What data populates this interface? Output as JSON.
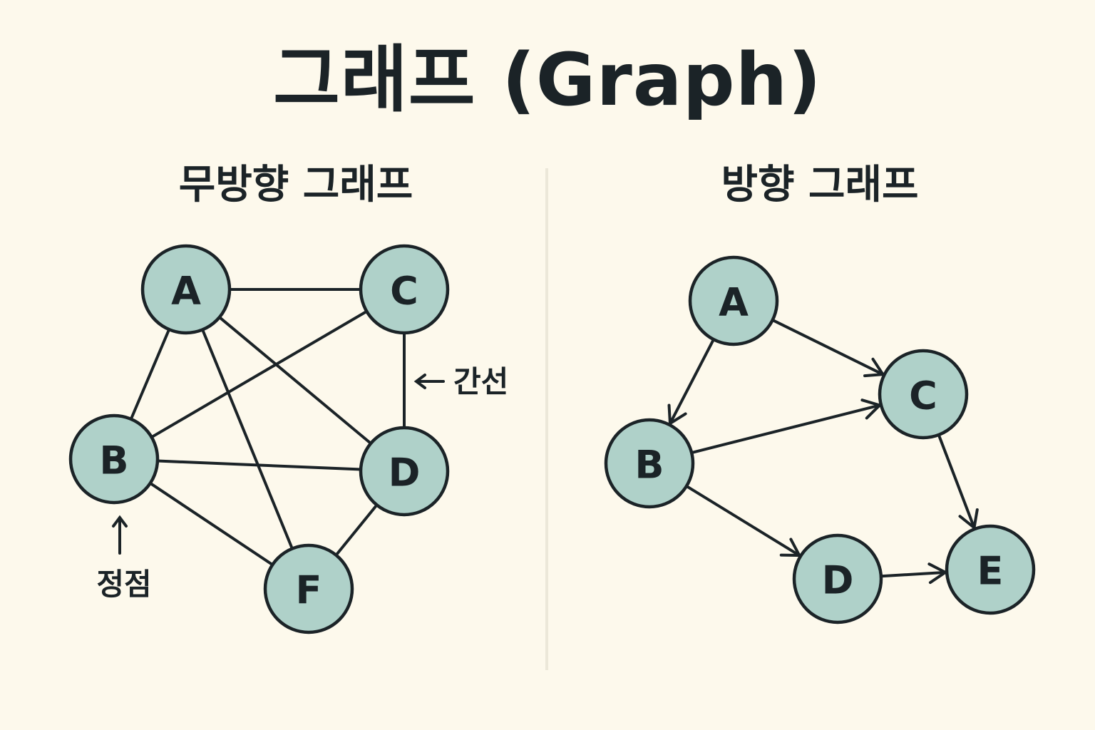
{
  "title": "그래프 (Graph)",
  "undirected": {
    "title": "무방향 그래프",
    "nodes": [
      {
        "id": "A",
        "label": "A"
      },
      {
        "id": "C",
        "label": "C"
      },
      {
        "id": "B",
        "label": "B"
      },
      {
        "id": "D",
        "label": "D"
      },
      {
        "id": "F",
        "label": "F"
      }
    ],
    "edges": [
      [
        "A",
        "C"
      ],
      [
        "A",
        "B"
      ],
      [
        "A",
        "F"
      ],
      [
        "A",
        "D"
      ],
      [
        "C",
        "D"
      ],
      [
        "C",
        "B"
      ],
      [
        "B",
        "D"
      ],
      [
        "B",
        "F"
      ],
      [
        "D",
        "F"
      ]
    ],
    "annotations": {
      "edge_label": "간선",
      "vertex_label": "정점"
    }
  },
  "directed": {
    "title": "방향 그래프",
    "nodes": [
      {
        "id": "A",
        "label": "A"
      },
      {
        "id": "C",
        "label": "C"
      },
      {
        "id": "B",
        "label": "B"
      },
      {
        "id": "D",
        "label": "D"
      },
      {
        "id": "E",
        "label": "E"
      }
    ],
    "edges": [
      [
        "A",
        "C"
      ],
      [
        "A",
        "B"
      ],
      [
        "B",
        "C"
      ],
      [
        "B",
        "D"
      ],
      [
        "C",
        "E"
      ],
      [
        "D",
        "E"
      ]
    ]
  },
  "colors": {
    "background": "#fdf9ec",
    "node_fill": "#afd1c9",
    "stroke": "#1b2327",
    "divider": "#ece8d9"
  }
}
